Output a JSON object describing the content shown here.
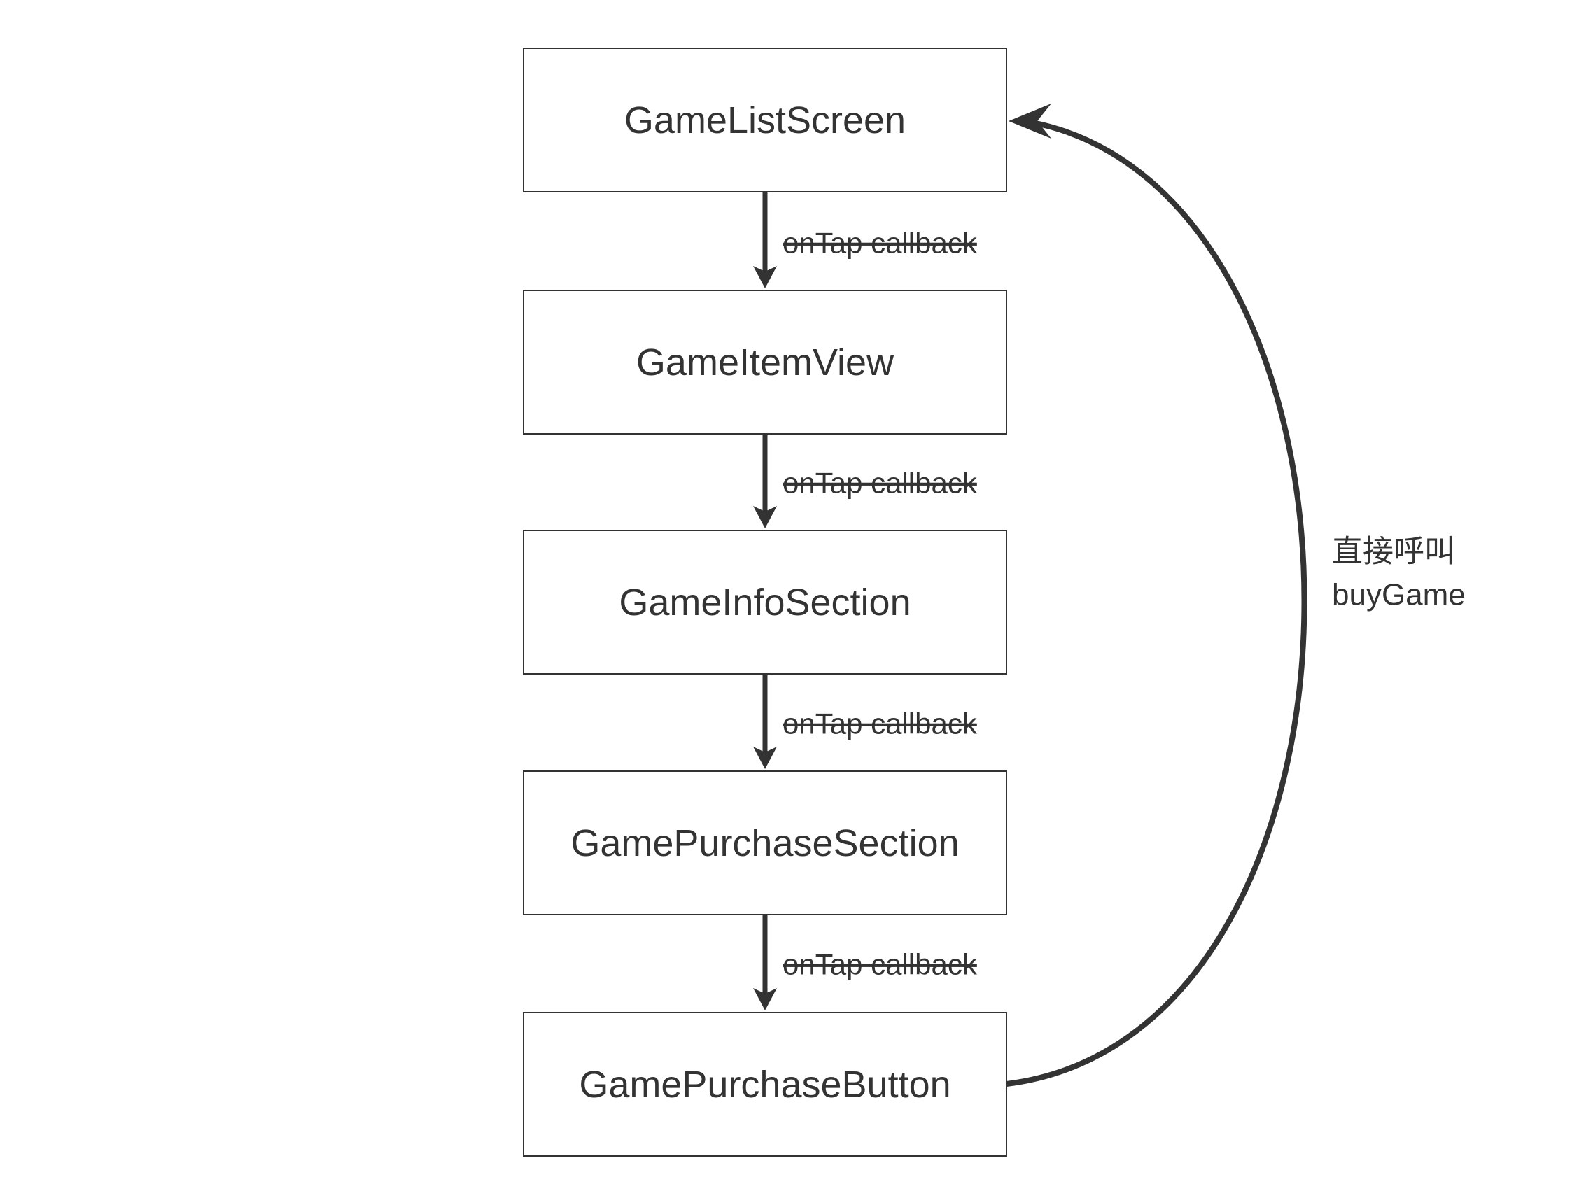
{
  "diagram": {
    "nodes": [
      {
        "label": "GameListScreen"
      },
      {
        "label": "GameItemView"
      },
      {
        "label": "GameInfoSection"
      },
      {
        "label": "GamePurchaseSection"
      },
      {
        "label": "GamePurchaseButton"
      }
    ],
    "edges": [
      {
        "from": "GameListScreen",
        "to": "GameItemView",
        "label": "onTap callback",
        "strikethrough": true
      },
      {
        "from": "GameItemView",
        "to": "GameInfoSection",
        "label": "onTap callback",
        "strikethrough": true
      },
      {
        "from": "GameInfoSection",
        "to": "GamePurchaseSection",
        "label": "onTap callback",
        "strikethrough": true
      },
      {
        "from": "GamePurchaseSection",
        "to": "GamePurchaseButton",
        "label": "onTap callback",
        "strikethrough": true
      }
    ],
    "return_edge": {
      "from": "GamePurchaseButton",
      "to": "GameListScreen",
      "label_line1": "直接呼叫",
      "label_line2": "buyGame"
    }
  },
  "colors": {
    "background": "#ffffff",
    "stroke": "#333333",
    "text": "#333333",
    "node_fill": "#ffffff"
  }
}
